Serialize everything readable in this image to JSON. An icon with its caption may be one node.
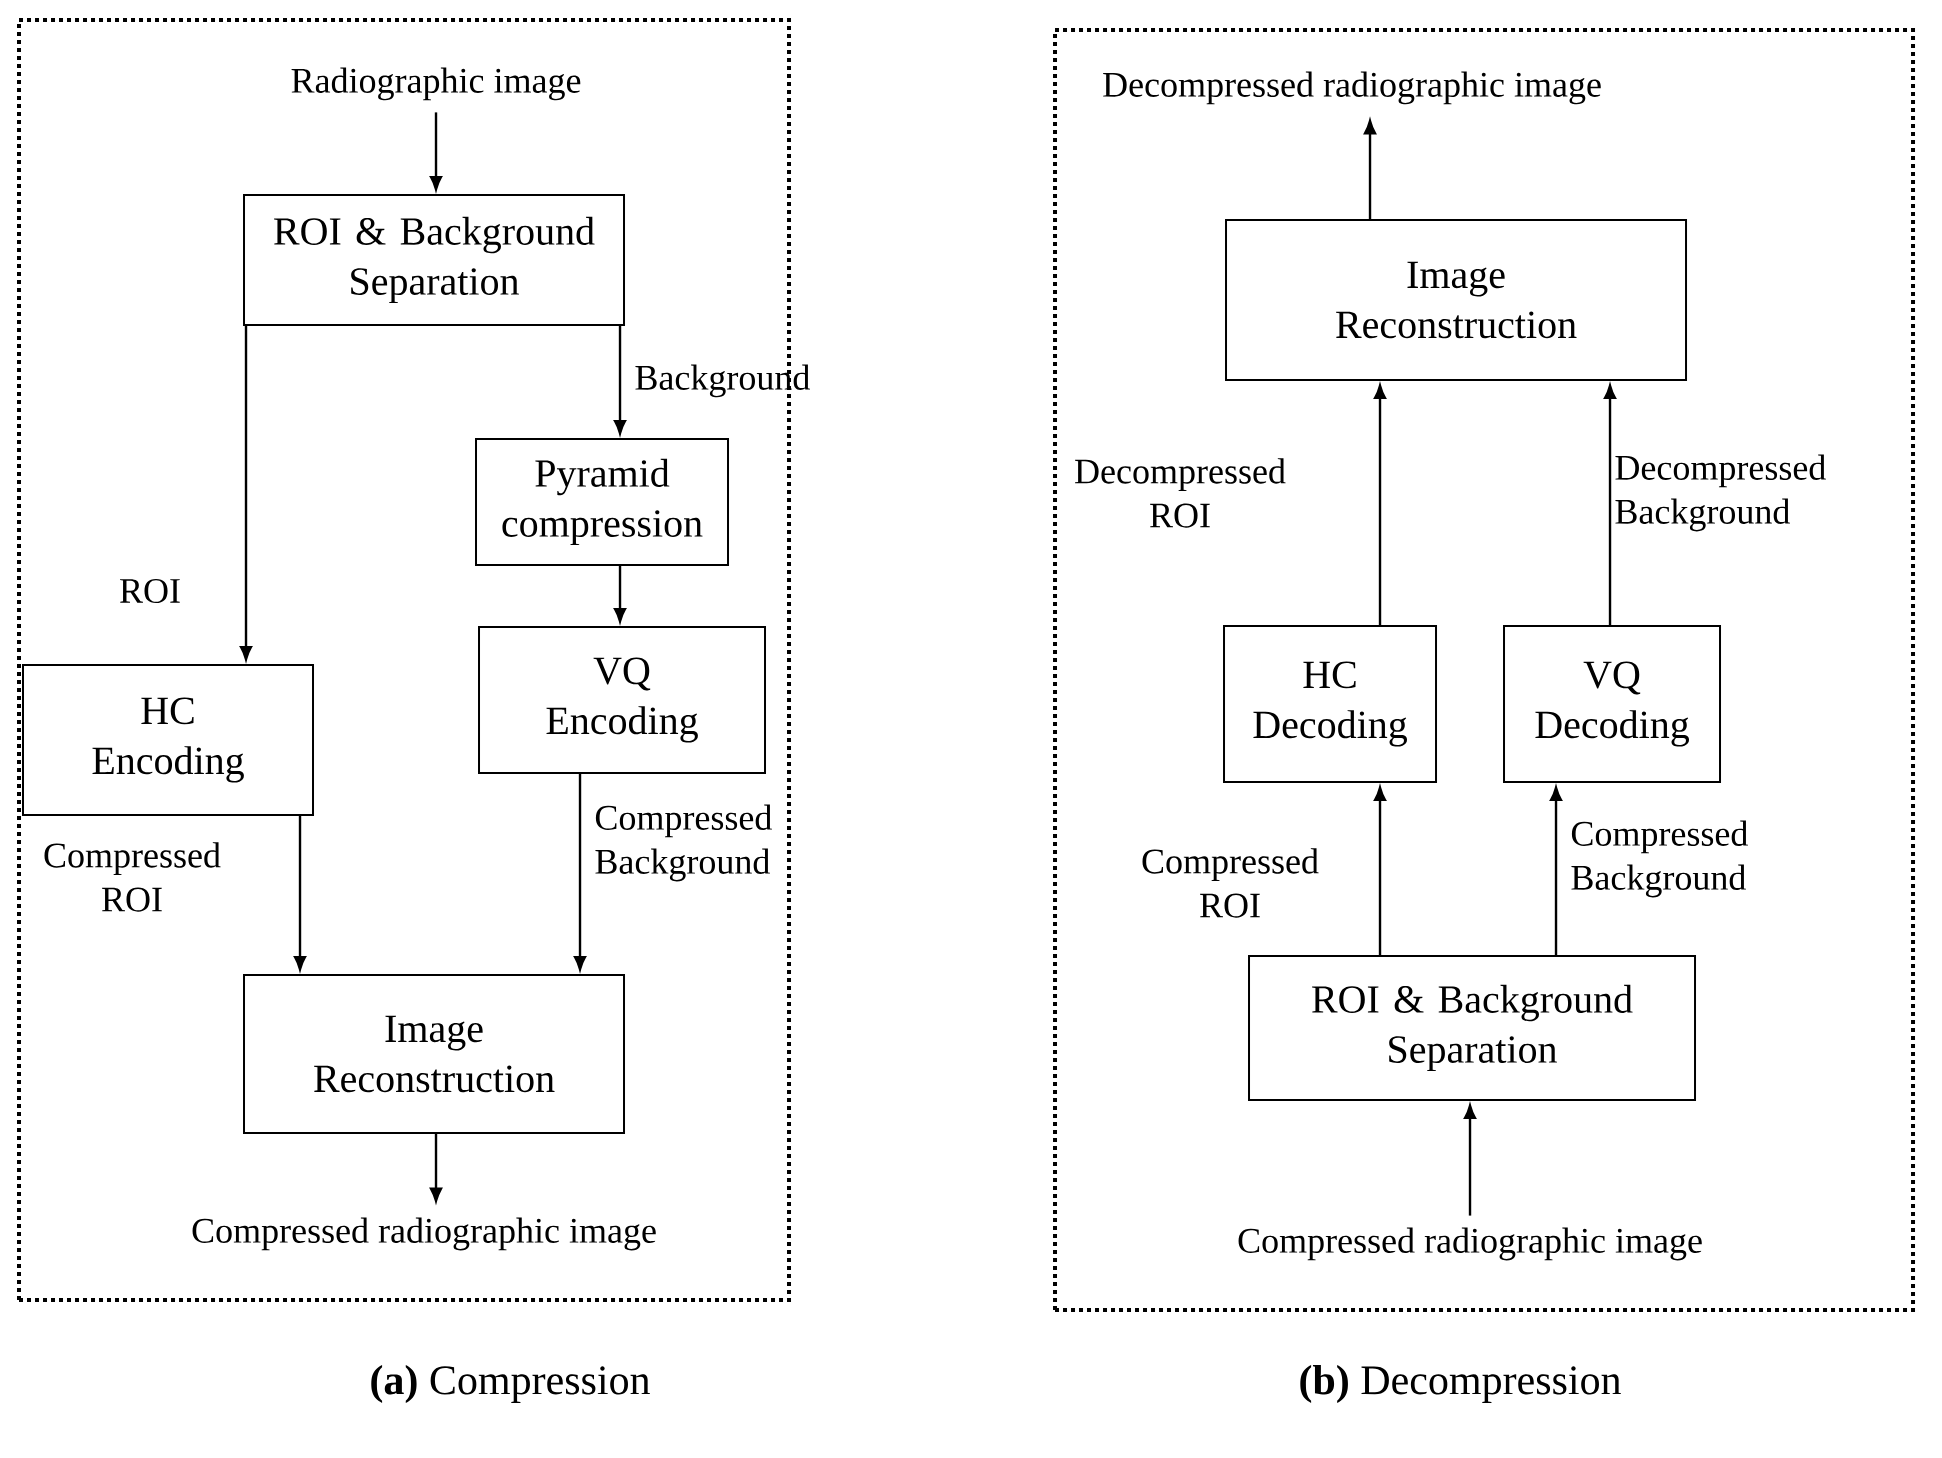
{
  "diagram": {
    "nodes": [
      {
        "text": [],
        "shape": "box"
      },
      {
        "text": [
          "Radiographic image"
        ],
        "in": 0
      },
      {
        "text": [
          "ROI & Background Separation"
        ],
        "in": 0
      },
      {
        "text": [
          "Pyramid compression"
        ],
        "in": 0
      },
      {
        "text": [
          "HC Encoding"
        ],
        "in": 0
      },
      {
        "text": [
          "VQ Encoding"
        ],
        "in": 0
      },
      {
        "text": [
          "Image Reconstruction"
        ],
        "in": 0
      },
      {
        "text": [
          "Compressed radiographic image"
        ],
        "in": 0
      },
      {
        "text": [],
        "shape": "box"
      },
      {
        "text": [
          "Decompressed radiographic image"
        ],
        "in": 8
      },
      {
        "text": [
          "Image Reconstruction"
        ],
        "in": 8
      },
      {
        "text": [
          "HC Decoding"
        ],
        "in": 8
      },
      {
        "text": [
          "VQ Decoding"
        ],
        "in": 8
      },
      {
        "text": [
          "ROI & Background Separation"
        ],
        "in": 8
      },
      {
        "text": [
          "Compressed radiographic image"
        ],
        "in": 8
      }
    ],
    "edges": [
      {
        "from": 1,
        "to": 2,
        "arrow": "to"
      },
      {
        "from": 2,
        "to": 4,
        "arrow": "to",
        "label": "ROI"
      },
      {
        "from": 2,
        "to": 3,
        "arrow": "to",
        "label": "Background"
      },
      {
        "from": 3,
        "to": 5,
        "arrow": "to"
      },
      {
        "from": 4,
        "to": 6,
        "arrow": "to",
        "label": "Compressed ROI"
      },
      {
        "from": 5,
        "to": 6,
        "arrow": "to",
        "label": "Compressed Background"
      },
      {
        "from": 6,
        "to": 7,
        "arrow": "to"
      },
      {
        "from": 10,
        "to": 9,
        "arrow": "to"
      },
      {
        "from": 11,
        "to": 10,
        "arrow": "to",
        "label": "Decompressed ROI"
      },
      {
        "from": 12,
        "to": 10,
        "arrow": "to",
        "label": "Decompressed Background"
      },
      {
        "from": 13,
        "to": 11,
        "arrow": "to",
        "label": "Compressed ROI"
      },
      {
        "from": 13,
        "to": 12,
        "arrow": "to",
        "label": "Compressed Background"
      },
      {
        "from": 14,
        "to": 13,
        "arrow": "to"
      }
    ],
    "labels": [
      "**(a)** Compression",
      "**(b)** Decompression"
    ]
  }
}
